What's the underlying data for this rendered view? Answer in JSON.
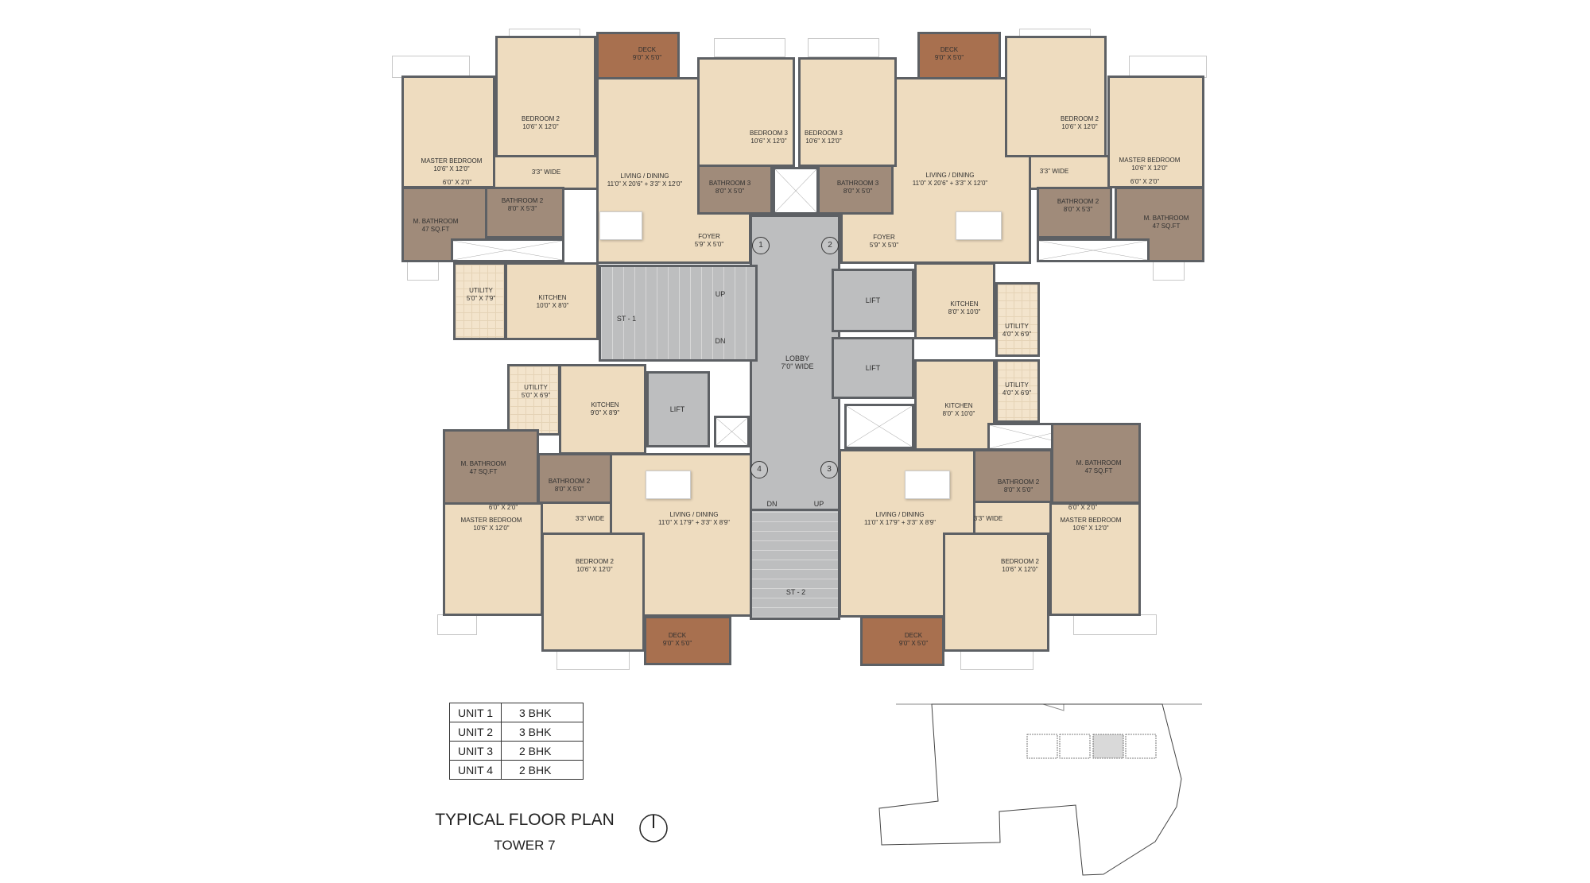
{
  "units": [
    {
      "label": "1",
      "rooms": [
        {
          "name": "DECK",
          "size": "9'0\" X 5'0\""
        },
        {
          "name": "BEDROOM 2",
          "size": "10'6\" X 12'0\""
        },
        {
          "name": "MASTER BEDROOM",
          "size": "10'6\" X 12'0\""
        },
        {
          "name": "6'0\" X 2'0\""
        },
        {
          "name": "3'3\" WIDE"
        },
        {
          "name": "LIVING / DINING",
          "size": "11'0\" X 20'6\" + 3'3\" X 12'0\""
        },
        {
          "name": "BEDROOM 3",
          "size": "10'6\" X 12'0\""
        },
        {
          "name": "BATHROOM 3",
          "size": "8'0\" X 5'0\""
        },
        {
          "name": "BATHROOM 2",
          "size": "8'0\" X 5'3\""
        },
        {
          "name": "M. BATHROOM",
          "size": "47 SQ.FT"
        },
        {
          "name": "FOYER",
          "size": "5'9\" X 5'0\""
        },
        {
          "name": "UTILITY",
          "size": "5'0\" X 7'9\""
        },
        {
          "name": "KITCHEN",
          "size": "10'0\" X 8'0\""
        }
      ]
    },
    {
      "label": "2",
      "rooms": [
        {
          "name": "DECK",
          "size": "9'0\" X 5'0\""
        },
        {
          "name": "BEDROOM 2",
          "size": "10'6\" X 12'0\""
        },
        {
          "name": "MASTER BEDROOM",
          "size": "10'6\" X 12'0\""
        },
        {
          "name": "6'0\" X 2'0\""
        },
        {
          "name": "3'3\" WIDE"
        },
        {
          "name": "LIVING / DINING",
          "size": "11'0\" X 20'6\" + 3'3\" X 12'0\""
        },
        {
          "name": "BEDROOM 3",
          "size": "10'6\" X 12'0\""
        },
        {
          "name": "BATHROOM 3",
          "size": "8'0\" X 5'0\""
        },
        {
          "name": "BATHROOM 2",
          "size": "8'0\" X 5'3\""
        },
        {
          "name": "M. BATHROOM",
          "size": "47 SQ.FT"
        },
        {
          "name": "FOYER",
          "size": "5'9\" X 5'0\""
        },
        {
          "name": "UTILITY",
          "size": "4'0\" X 6'9\""
        },
        {
          "name": "KITCHEN",
          "size": "8'0\" X 10'0\""
        }
      ]
    },
    {
      "label": "3",
      "rooms": [
        {
          "name": "DECK",
          "size": "9'0\" X 5'0\""
        },
        {
          "name": "BEDROOM 2",
          "size": "10'6\" X 12'0\""
        },
        {
          "name": "MASTER BEDROOM",
          "size": "10'6\" X 12'0\""
        },
        {
          "name": "6'0\" X 2'0\""
        },
        {
          "name": "3'3\" WIDE"
        },
        {
          "name": "LIVING / DINING",
          "size": "11'0\" X 17'9\" + 3'3\" X 8'9\""
        },
        {
          "name": "BATHROOM 2",
          "size": "8'0\" X 5'0\""
        },
        {
          "name": "M. BATHROOM",
          "size": "47 SQ.FT"
        },
        {
          "name": "UTILITY",
          "size": "4'0\" X 6'9\""
        },
        {
          "name": "KITCHEN",
          "size": "8'0\" X 10'0\""
        }
      ]
    },
    {
      "label": "4",
      "rooms": [
        {
          "name": "DECK",
          "size": "9'0\" X 5'0\""
        },
        {
          "name": "BEDROOM 2",
          "size": "10'6\" X 12'0\""
        },
        {
          "name": "MASTER BEDROOM",
          "size": "10'6\" X 12'0\""
        },
        {
          "name": "6'0\" X 2'0\""
        },
        {
          "name": "3'3\" WIDE"
        },
        {
          "name": "LIVING / DINING",
          "size": "11'0\" X 17'9\" + 3'3\" X 8'9\""
        },
        {
          "name": "BATHROOM 2",
          "size": "8'0\" X 5'0\""
        },
        {
          "name": "M. BATHROOM",
          "size": "47 SQ.FT"
        },
        {
          "name": "UTILITY",
          "size": "5'0\" X 6'9\""
        },
        {
          "name": "KITCHEN",
          "size": "9'0\" X 8'9\""
        }
      ]
    }
  ],
  "core": {
    "st1": "ST - 1",
    "st1_up": "UP",
    "st1_dn": "DN",
    "lobby": "LOBBY",
    "lobby_size": "7'0\" WIDE",
    "lift": "LIFT",
    "st2": "ST - 2",
    "st2_dn": "DN",
    "st2_up": "UP"
  },
  "legend": [
    {
      "unit": "UNIT 1",
      "type": "3 BHK"
    },
    {
      "unit": "UNIT 2",
      "type": "3 BHK"
    },
    {
      "unit": "UNIT 3",
      "type": "2 BHK"
    },
    {
      "unit": "UNIT 4",
      "type": "2 BHK"
    }
  ],
  "title": "TYPICAL FLOOR PLAN",
  "subtitle": "TOWER 7",
  "north_icon": "north-arrow-icon",
  "key_plan": {
    "highlighted_tower": "7"
  },
  "colors": {
    "floor": "#eedcbf",
    "bathroom": "#a08b7a",
    "deck": "#a8704f",
    "core": "#bdbebf",
    "wall": "#5d6064"
  }
}
